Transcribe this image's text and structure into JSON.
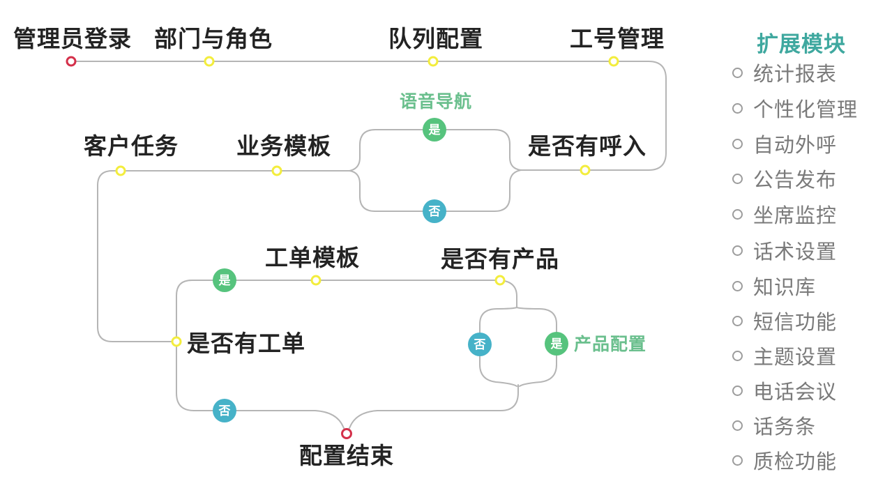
{
  "flow": {
    "yes_label": "是",
    "no_label": "否",
    "labels": {
      "admin_login": "管理员登录",
      "dept_role": "部门与角色",
      "queue_config": "队列配置",
      "agent_id": "工号管理",
      "customer_task": "客户任务",
      "biz_template": "业务模板",
      "voice_nav": "语音导航",
      "has_inbound": "是否有呼入",
      "ticket_template": "工单模板",
      "has_product": "是否有产品",
      "has_ticket": "是否有工单",
      "product_config": "产品配置",
      "end": "配置结束"
    }
  },
  "sidebar": {
    "title": "扩展模块",
    "items": [
      {
        "label": "统计报表"
      },
      {
        "label": "个性化管理"
      },
      {
        "label": "自动外呼"
      },
      {
        "label": "公告发布"
      },
      {
        "label": "坐席监控"
      },
      {
        "label": "话术设置"
      },
      {
        "label": "知识库"
      },
      {
        "label": "短信功能"
      },
      {
        "label": "主题设置"
      },
      {
        "label": "电话会议"
      },
      {
        "label": "话务条"
      },
      {
        "label": "质检功能"
      }
    ]
  },
  "colors": {
    "yes_green": "#56c37d",
    "no_blue": "#46b2c8",
    "node_yellow": "#f3ed3d",
    "node_red": "#d4304a",
    "line_gray": "#b5b5b5",
    "sidebar_teal": "#3fa89f",
    "annotation_green": "#6abf8d"
  }
}
